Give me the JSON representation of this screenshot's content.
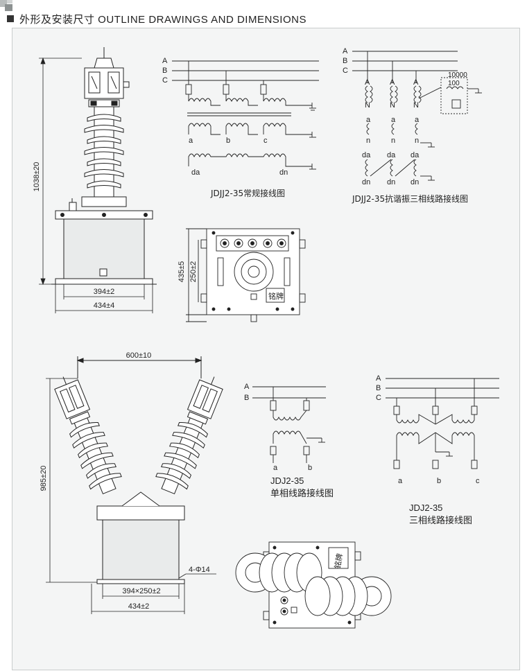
{
  "header": {
    "title": "外形及安装尺寸  OUTLINE DRAWINGS AND DIMENSIONS",
    "corner_icon": "corner-mark-icon"
  },
  "top_unit": {
    "height_dim": "1038±20",
    "width_inner_dim": "394±2",
    "width_outer_dim": "434±4",
    "plan_outer_dim": "435±5",
    "plan_inner_dim": "250±2",
    "nameplate": "铭牌"
  },
  "jdjj_normal": {
    "phases": [
      "A",
      "B",
      "C"
    ],
    "secondary_labels": [
      "a",
      "b",
      "c"
    ],
    "open_delta_labels": [
      "da",
      "dn"
    ],
    "caption": "JDJJ2-35常规接线图"
  },
  "jdjj_resonance": {
    "phases": [
      "A",
      "B",
      "C"
    ],
    "primary_top": [
      "A",
      "A",
      "A"
    ],
    "primary_bottom": [
      "N",
      "N",
      "N"
    ],
    "secondary_top": [
      "a",
      "a",
      "a"
    ],
    "secondary_bottom": [
      "n",
      "n",
      "n"
    ],
    "delta_top": [
      "da",
      "da",
      "da"
    ],
    "delta_bottom": [
      "dn",
      "dn",
      "dn"
    ],
    "ratio_top": "10000",
    "ratio_bottom": "100",
    "caption": "JDJJ2-35抗谐振三相线路接线图"
  },
  "bottom_unit": {
    "spacing_dim": "600±10",
    "height_dim": "985±20",
    "base_inner_dim": "394×250±2",
    "base_outer_dim": "434±2",
    "hole_dim": "4-Φ14",
    "nameplate": "铭牌"
  },
  "jdj_single": {
    "phases": [
      "A",
      "B"
    ],
    "secondary_labels": [
      "a",
      "b"
    ],
    "caption_model": "JDJ2-35",
    "caption_text": "单相线路接线图"
  },
  "jdj_three": {
    "phases": [
      "A",
      "B",
      "C"
    ],
    "secondary_labels": [
      "a",
      "b",
      "c"
    ],
    "caption_model": "JDJ2-35",
    "caption_text": "三相线路接线图"
  }
}
